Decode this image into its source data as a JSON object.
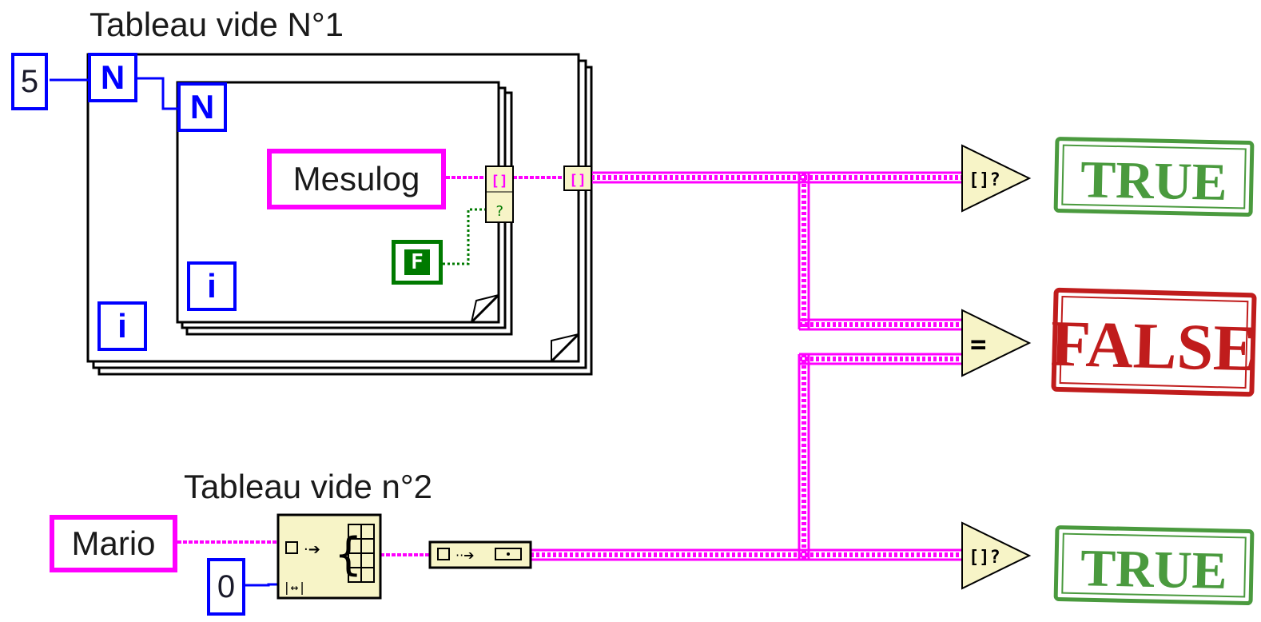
{
  "labels": {
    "array1": "Tableau vide N°1",
    "array2": "Tableau vide n°2"
  },
  "constants": {
    "loop_count": "5",
    "string1": "Mesulog",
    "bool_const": "F",
    "string2": "Mario",
    "index": "0"
  },
  "loop_terminals": {
    "count": "N",
    "iteration": "i"
  },
  "primitives": {
    "empty_array_glyph": "[]?",
    "equal_glyph": "="
  },
  "results": {
    "top": "TRUE",
    "middle": "FALSE",
    "bottom": "TRUE"
  },
  "colors": {
    "string_wire": "#ff00ff",
    "numeric": "#0000ff",
    "boolean": "#007a00",
    "primitive_fill": "#f7f4c7",
    "true_stamp": "#4a9a3e",
    "false_stamp": "#c01c1c"
  }
}
